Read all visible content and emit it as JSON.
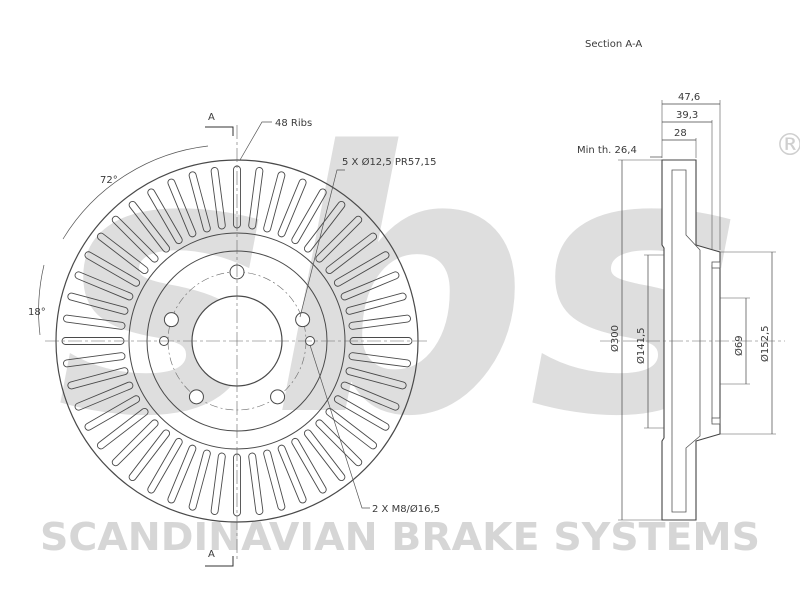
{
  "drawing": {
    "section_title": "Section A-A",
    "section_marker": "A",
    "brand": {
      "wordmark": "sbs",
      "registered": "®",
      "company": "SCANDINAVIAN BRAKE SYSTEMS",
      "watermark_color": "#d6d6d6",
      "logo_color": "#dedede"
    },
    "front_view": {
      "ribs": "48 Ribs",
      "bolts": "5 X Ø12,5  PR57,15",
      "holes": "2 X M8/Ø16,5",
      "angle_top": "72°",
      "angle_side": "18°",
      "rib_count": 48,
      "bolt_count": 5,
      "line_color": "#4a4a4a"
    },
    "section_view": {
      "overall_width": "47,6",
      "hat_width": "39,3",
      "thickness": "28",
      "min_thickness": "Min th. 26,4",
      "diameter_outer": "Ø300",
      "diameter_inner": "Ø141,5",
      "center_bore": "Ø69",
      "hat_diameter": "Ø152,5"
    }
  }
}
